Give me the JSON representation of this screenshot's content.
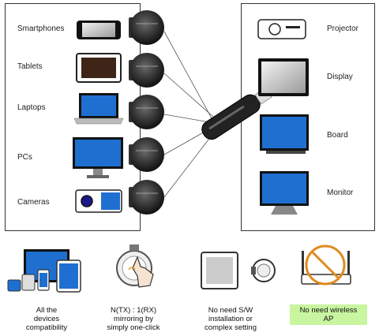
{
  "sources": [
    "Smartphones",
    "Tablets",
    "Laptops",
    "PCs",
    "Cameras"
  ],
  "displays": [
    "Projector",
    "Display",
    "Board",
    "Monitor"
  ],
  "features": [
    {
      "lines": [
        "All the",
        "devices",
        "compatibility"
      ]
    },
    {
      "lines": [
        "N(TX) : 1(RX)",
        "mirroring by",
        "simply one-click"
      ]
    },
    {
      "lines": [
        "No need S/W",
        "installation or",
        "complex setting"
      ]
    },
    {
      "lines": [
        "No need wireless",
        "AP"
      ]
    }
  ],
  "colors": {
    "screen": "#1f6fd1",
    "feature_highlight": "#c8f5a0",
    "device_dark": "#2b2b2b"
  }
}
